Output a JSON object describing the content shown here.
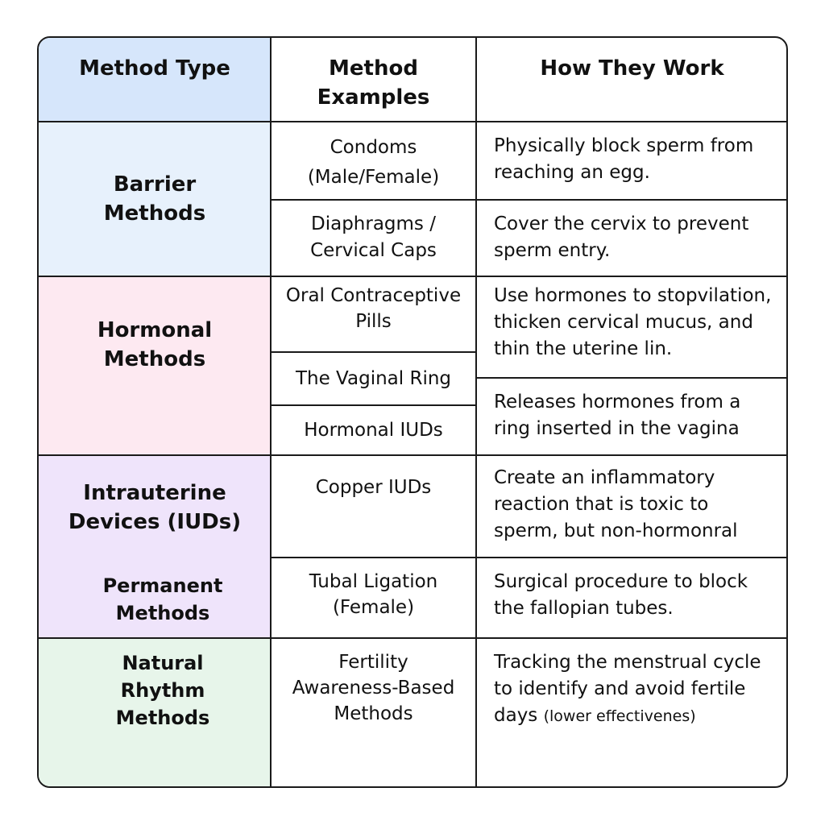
{
  "header": {
    "method_type": "Method Type",
    "method_examples": "Method Examples",
    "how_they_work": "How They Work"
  },
  "groups": {
    "barrier": "Barrier Methods",
    "hormonal": "Hormonal Methods",
    "iud": "Intrauterine Devices (IUDs)",
    "permanent": "Permanent Methods",
    "natural": "Natural Rhythm Methods"
  },
  "examples": {
    "condoms": "Condoms (Male/Female)",
    "diaphragms": "Diaphragms / Cervical Caps",
    "pills": "Oral Contraceptive Pills",
    "ring": "The Vaginal Ring",
    "hormonal_iud": "Hormonal IUDs",
    "copper_iud": "Copper IUDs",
    "tubal": "Tubal Ligation (Female)",
    "fertility": "Fertility Awareness-Based Methods"
  },
  "descriptions": {
    "condoms": "Physically block sperm from reaching an egg.",
    "diaphragms": "Cover the cervix to prevent sperm entry.",
    "hormonal": "Use hormones to stopvilation, thicken cervical mucus, and thin the uterine lin.",
    "ring": "Releases hormones from a ring inserted in the vagina",
    "copper_iud": "Create an inflammatory reaction that is toxic to sperm, but non-hormonral",
    "tubal": "Surgical procedure to block the fallopian tubes.",
    "fertility_main": "Tracking the menstrual cycle to identify and avoid fertile days",
    "fertility_note": "(lower effectivenes)"
  },
  "colors": {
    "header_type_bg": "#d6e6fb",
    "barrier_bg": "#e7f1fc",
    "hormonal_bg": "#fde9f1",
    "iud_bg": "#efe4fb",
    "natural_bg": "#e7f5ea",
    "border": "#1a1a1a"
  }
}
